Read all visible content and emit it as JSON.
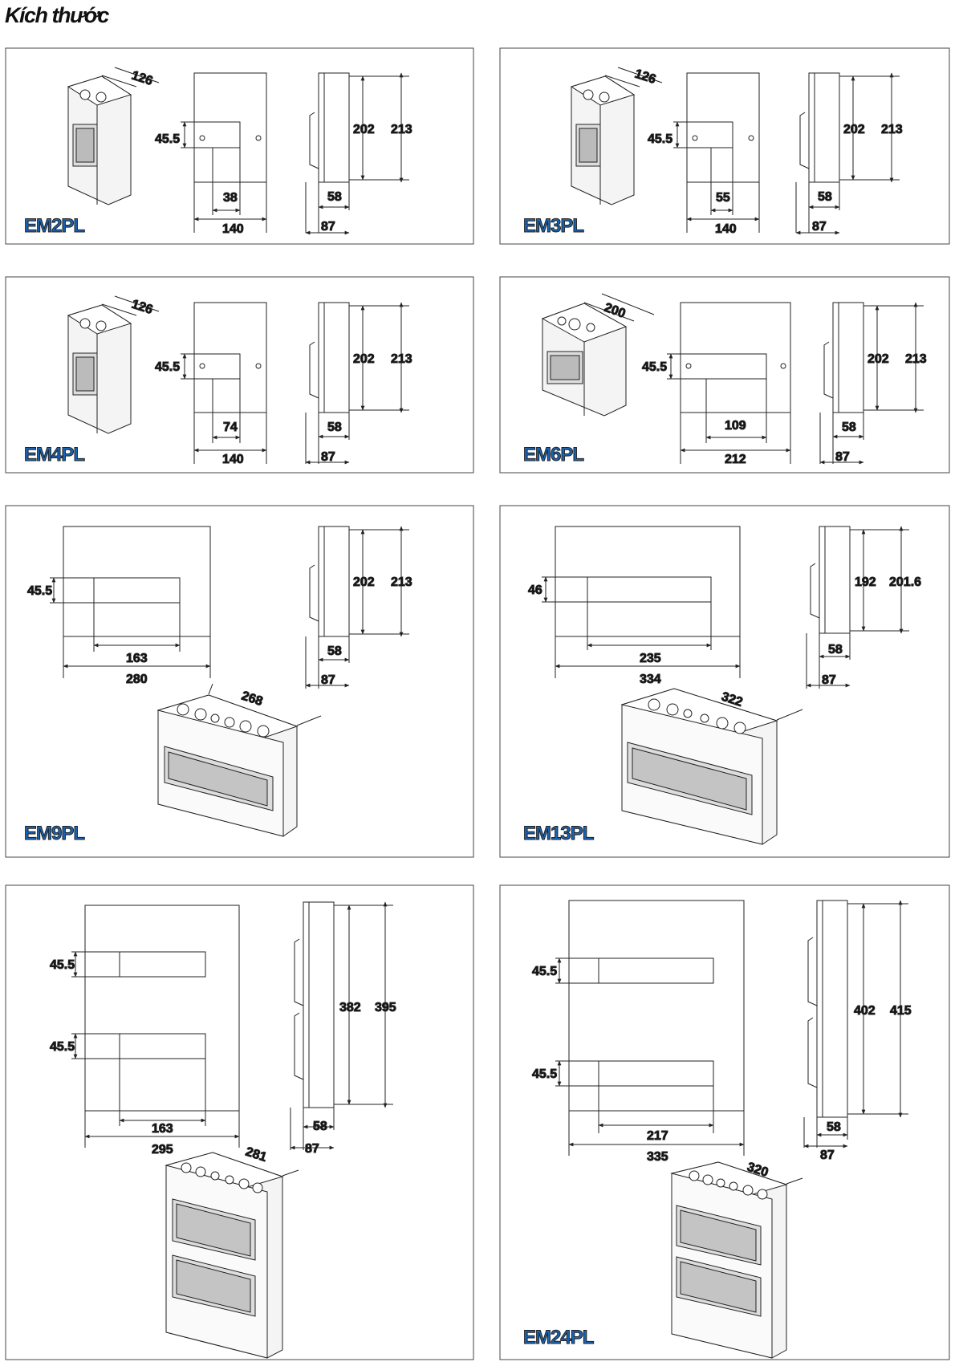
{
  "page": {
    "title": "Kích thước"
  },
  "panels": [
    {
      "model": "EM2PL",
      "depth_top": "126",
      "vdim": "45.5",
      "hdim_inner": "38",
      "hdim_outer": "140",
      "hdim_inner_side": "202",
      "hdim_outer_side": "213",
      "side_inner": "58",
      "side_outer": "87"
    },
    {
      "model": "EM3PL",
      "depth_top": "126",
      "vdim": "45.5",
      "hdim_inner": "55",
      "hdim_outer": "140",
      "hdim_inner_side": "202",
      "hdim_outer_side": "213",
      "side_inner": "58",
      "side_outer": "87"
    },
    {
      "model": "EM4PL",
      "depth_top": "126",
      "vdim": "45.5",
      "hdim_inner": "74",
      "hdim_outer": "140",
      "hdim_inner_side": "202",
      "hdim_outer_side": "213",
      "side_inner": "58",
      "side_outer": "87"
    },
    {
      "model": "EM6PL",
      "depth_top": "200",
      "vdim": "45.5",
      "hdim_inner": "109",
      "hdim_outer": "212",
      "hdim_inner_side": "202",
      "hdim_outer_side": "213",
      "side_inner": "58",
      "side_outer": "87"
    },
    {
      "model": "EM9PL",
      "depth_top": "268",
      "vdim": "45.5",
      "hdim_inner": "163",
      "hdim_outer": "280",
      "hdim_inner_side": "202",
      "hdim_outer_side": "213",
      "side_inner": "58",
      "side_outer": "87"
    },
    {
      "model": "EM13PL",
      "depth_top": "322",
      "vdim": "46",
      "hdim_inner": "235",
      "hdim_outer": "334",
      "hdim_inner_side": "192",
      "hdim_outer_side": "201.6",
      "side_inner": "58",
      "side_outer": "87"
    },
    {
      "model": "",
      "depth_top": "281",
      "vdim": "45.5",
      "vdim2": "45.5",
      "hdim_inner": "163",
      "hdim_outer": "295",
      "hdim_inner_side": "382",
      "hdim_outer_side": "395",
      "side_inner": "58",
      "side_outer": "87"
    },
    {
      "model": "EM24PL",
      "depth_top": "320",
      "vdim": "45.5",
      "vdim2": "45.5",
      "hdim_inner": "217",
      "hdim_outer": "335",
      "hdim_inner_side": "402",
      "hdim_outer_side": "415",
      "side_inner": "58",
      "side_outer": "87"
    }
  ],
  "colors": {
    "model_label": "#1a64b4",
    "frame": "#444444",
    "line": "#222222"
  }
}
